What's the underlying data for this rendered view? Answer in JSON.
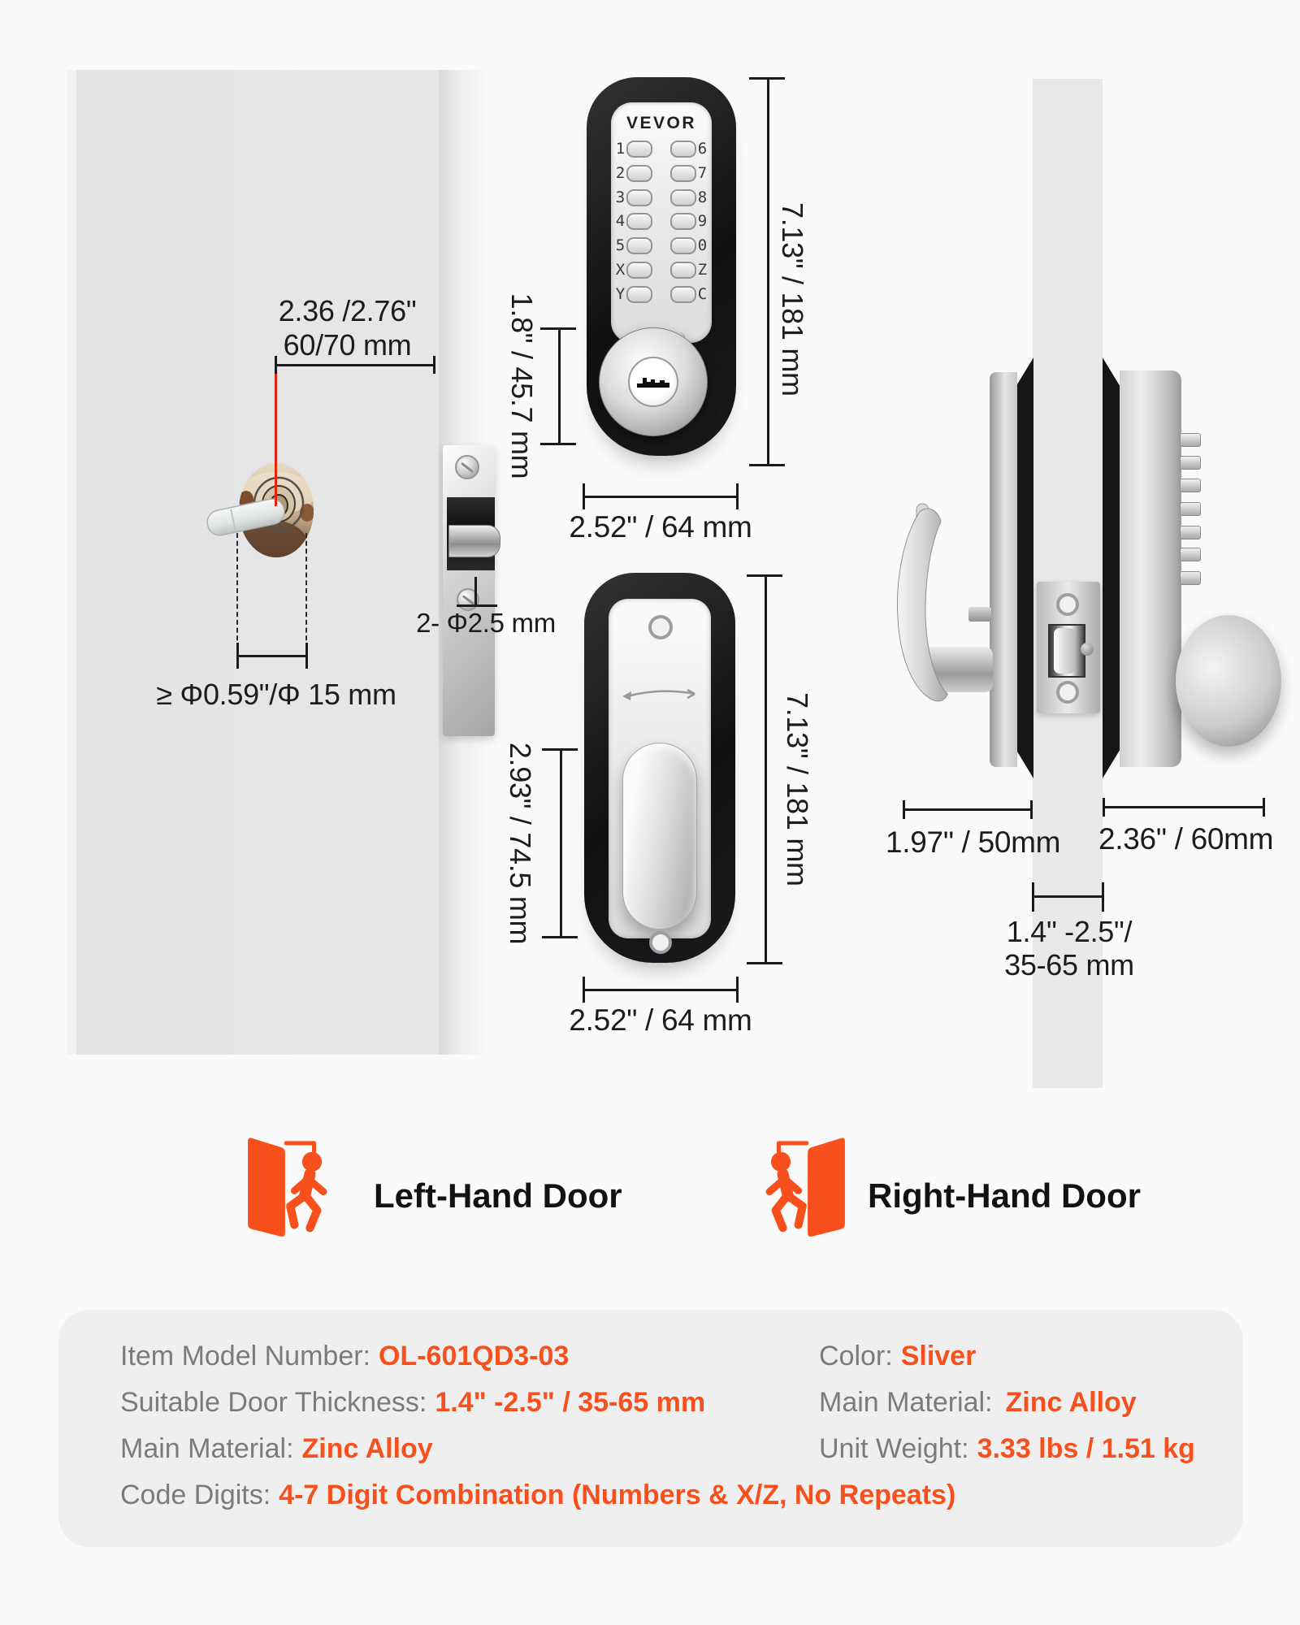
{
  "colors": {
    "accent_orange": "#F8501D",
    "pointer_red": "#E02612",
    "door_gray": "#E6E6E6",
    "panel_gray": "#EFEFEF"
  },
  "door_view": {
    "backset_label_line1": "2.36 /2.76\"",
    "backset_label_line2": "60/70 mm",
    "screw_holes_label": "2- Φ2.5 mm",
    "bore_hole_label": "≥ Φ0.59\"/Φ 15 mm"
  },
  "front_view": {
    "brand": "VEVOR",
    "keypad_rows": [
      [
        "1",
        "6"
      ],
      [
        "2",
        "7"
      ],
      [
        "3",
        "8"
      ],
      [
        "4",
        "9"
      ],
      [
        "5",
        "0"
      ],
      [
        "X",
        "Z"
      ],
      [
        "Y",
        "C"
      ]
    ],
    "dim_height": "7.13\" / 181 mm",
    "dim_knob": "1.8\" / 45.7 mm",
    "dim_width": "2.52\" / 64 mm"
  },
  "back_view": {
    "dim_handle": "2.93\" / 74.5 mm",
    "dim_height": "7.13\" / 181 mm",
    "dim_width": "2.52\" / 64 mm"
  },
  "side_view": {
    "dim_interior": "1.97\" / 50mm",
    "dim_exterior": "2.36\" / 60mm",
    "dim_thickness_line1": "1.4\" -2.5\"/",
    "dim_thickness_line2": "35-65 mm"
  },
  "door_hands": {
    "left_label": "Left-Hand Door",
    "right_label": "Right-Hand Door"
  },
  "specs": {
    "left": [
      {
        "label": "Item Model Number:",
        "value": "OL-601QD3-03"
      },
      {
        "label": "Suitable Door Thickness:",
        "value": "1.4\" -2.5\" / 35-65 mm"
      },
      {
        "label": "Main Material:",
        "value": "Zinc Alloy"
      },
      {
        "label": "Code Digits:",
        "value": "4-7 Digit Combination (Numbers & X/Z, No Repeats)"
      }
    ],
    "right": [
      {
        "label": "Color:",
        "value": "Sliver"
      },
      {
        "label": "Main Material:",
        "value": "Zinc Alloy"
      },
      {
        "label": "Unit Weight:",
        "value": "3.33 lbs / 1.51 kg"
      }
    ]
  }
}
